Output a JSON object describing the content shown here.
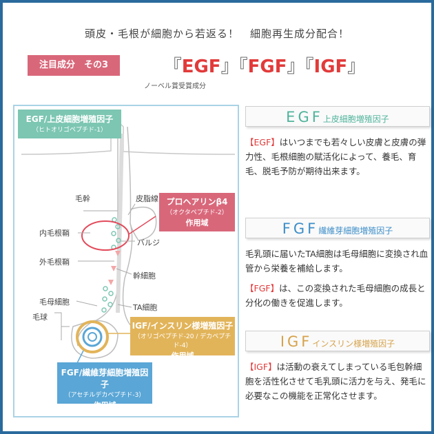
{
  "headline": "頭皮・毛根が細胞から若返る！　細胞再生成分配合！",
  "badge": "注目成分　その3",
  "factors": {
    "bracket_open": "『",
    "bracket_close": "』",
    "egf": "EGF",
    "fgf": "FGF",
    "igf": "IGF"
  },
  "nobel_note": "ノーベル賞受賞成分",
  "diagram": {
    "egf_box": {
      "title": "EGF/上皮細胞増殖因子",
      "sub": "（ヒトオリゴペプチド-1）",
      "color": "#7cc6b2"
    },
    "labels": {
      "hair_shaft": "毛幹",
      "sebaceous": "皮脂線",
      "inner_root_sheath": "内毛根鞘",
      "outer_root_sheath": "外毛根鞘",
      "bulge": "バルジ",
      "stem_cell": "幹細胞",
      "hair_matrix": "毛母細胞",
      "ta_cell": "TA細胞",
      "hair_bulb": "毛球"
    },
    "pro_box": {
      "title": "プロヘアリンβ4",
      "sub": "（オクタペプチド-2）",
      "area": "作用域",
      "color": "#d9677a"
    },
    "igf_box": {
      "title": "IGF/インスリン様増殖因子",
      "sub": "（オリゴペプチド-20 / デカペプチド-4）",
      "area": "作用域",
      "color": "#e2b45a"
    },
    "fgf_box": {
      "title": "FGF/繊維芽細胞増殖因子",
      "sub": "（アセチルデカペプチド-3）",
      "area": "作用域",
      "color": "#5aa6d6"
    }
  },
  "sections": [
    {
      "code": "EGF",
      "subtitle": "上皮細胞増殖因子",
      "color": "#4fb39b",
      "text_mark": "【EGF】",
      "text_rest": "はいつまでも若々しい皮膚と皮膚の弾力性、毛根細胞の賦活化によって、養毛、育毛、脱毛予防が期待出来ます。"
    },
    {
      "code": "FGF",
      "subtitle": "繊維芽細胞増殖因子",
      "color": "#3d8ec8",
      "text_pre": "毛乳頭に届いたTA細胞は毛母細胞に変換され血管から栄養を補給します。",
      "text_mark": "【FGF】",
      "text_rest": "は、この変換された毛母細胞の成長と分化の働きを促進します。"
    },
    {
      "code": "IGF",
      "subtitle": "インスリン様増殖因子",
      "color": "#d6a24a",
      "text_mark": "【IGF】",
      "text_rest": "は活動の衰えてしまっている毛包幹細胞を活性化させて毛乳頭に活力を与え、発毛に必要なこの機能を正常化させます。"
    }
  ]
}
